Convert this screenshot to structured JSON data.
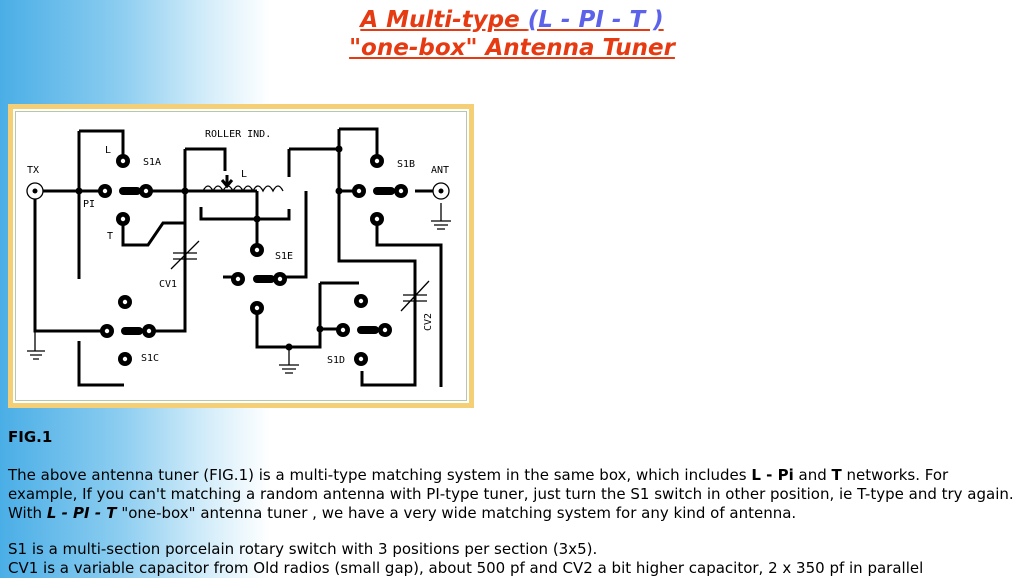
{
  "title": {
    "line1_a": "A Multi-type ",
    "line1_b": "(L - PI - T )",
    "line2": "\"one-box\" Antenna Tuner"
  },
  "schematic": {
    "labels": {
      "roller": "ROLLER IND.",
      "l_top": "L",
      "s1a": "S1A",
      "tx": "TX",
      "pi": "PI",
      "t": "T",
      "l_coil": "L",
      "cv1": "CV1",
      "s1e": "S1E",
      "s1b": "S1B",
      "ant": "ANT",
      "s1c": "S1C",
      "s1d": "S1D",
      "cv2": "CV2"
    }
  },
  "fig_label": "FIG.1",
  "paragraph1": {
    "t1": "The above antenna tuner (FIG.1) is a multi-type matching system in the same box, which includes ",
    "b1": "L - Pi",
    "t2": " and ",
    "b2": "T",
    "t3": " networks. For example, If you can't matching a random antenna with PI-type tuner, just turn the S1 switch in other position, ie T-type and try again. With ",
    "bi": "L - PI - T",
    "t4": " \"one-box\" antenna tuner , we have a very wide matching system for any kind of antenna."
  },
  "paragraph2": {
    "line1": "S1 is a multi-section porcelain rotary switch with 3 positions per section (3x5).",
    "line2": "CV1 is a variable capacitor from Old radios (small gap), about 500 pf and CV2 a bit higher capacitor, 2 x 350 pf in parallel"
  }
}
